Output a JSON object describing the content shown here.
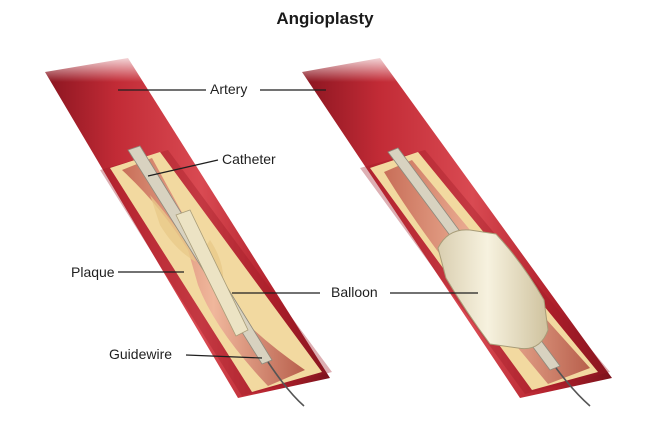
{
  "title": "Angioplasty",
  "labels": {
    "artery": "Artery",
    "catheter": "Catheter",
    "plaque": "Plaque",
    "balloon": "Balloon",
    "guidewire": "Guidewire"
  },
  "colors": {
    "artery_wall": "#b3222d",
    "artery_dark": "#8a1520",
    "lumen": "#e9a98a",
    "plaque": "#f2d9a0",
    "balloon": "#efe7c9",
    "wire": "#666666"
  }
}
